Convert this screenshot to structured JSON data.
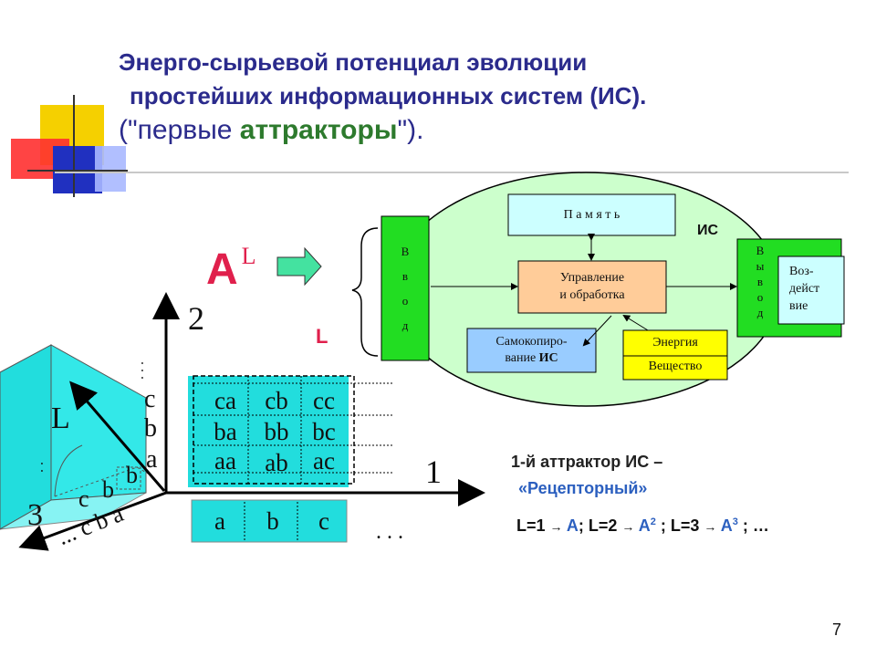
{
  "slide": {
    "title_line1": "Энерго-сырьевой потенциал эволюции",
    "title_line2": "простейших информационных систем (ИС).",
    "title_line3_pre": "(\"первые ",
    "title_line3_green": "аттракторы",
    "title_line3_post": "\").",
    "page_number": "7"
  },
  "formula": {
    "base": "A",
    "exponent": "L",
    "l_label": "L"
  },
  "diagram": {
    "input_letters": [
      "В",
      "в",
      "о",
      "д"
    ],
    "output_letters": [
      "В",
      "ы",
      "в",
      "о",
      "д"
    ],
    "memory": "П а м я т ь",
    "is_label": "ИС",
    "control_line1": "Управление",
    "control_line2": "и обработка",
    "selfcopy_line1": "Самокопиро-",
    "selfcopy_line2_pre": "вание ",
    "selfcopy_line2_bold": "ИС",
    "energy": "Энергия",
    "matter": "Вещество",
    "impact_line1": "Воз-",
    "impact_line2": "дейст",
    "impact_line3": "вие"
  },
  "plot": {
    "axis2": "2",
    "axis1": "1",
    "axis3": "3",
    "axisL": "L",
    "y_ticks": [
      "c",
      "b",
      "a"
    ],
    "grid_row1": [
      "ca",
      "cb",
      "cc"
    ],
    "grid_row2": [
      "ba",
      "bb",
      "bc"
    ],
    "grid_row3": [
      "aa",
      "ab",
      "ac"
    ],
    "bottom_row": [
      "a",
      "b",
      "c"
    ],
    "dots_right": ". . .",
    "dots_top": ". . .",
    "dots_left": ". .",
    "cube_labels": [
      "b",
      "c",
      "b"
    ],
    "diag_labels": "... c b a"
  },
  "text": {
    "attractor_line1": "1-й аттрактор  ИС –",
    "attractor_line2": "«Рецепторный»",
    "seq_1": "L=1",
    "seq_1a": "A",
    "seq_2": "; L=2",
    "seq_2a": "A",
    "seq_2sup": "2",
    "seq_3": " ; L=3",
    "seq_3a": "A",
    "seq_3sup": "3",
    "seq_end": " ; …"
  }
}
